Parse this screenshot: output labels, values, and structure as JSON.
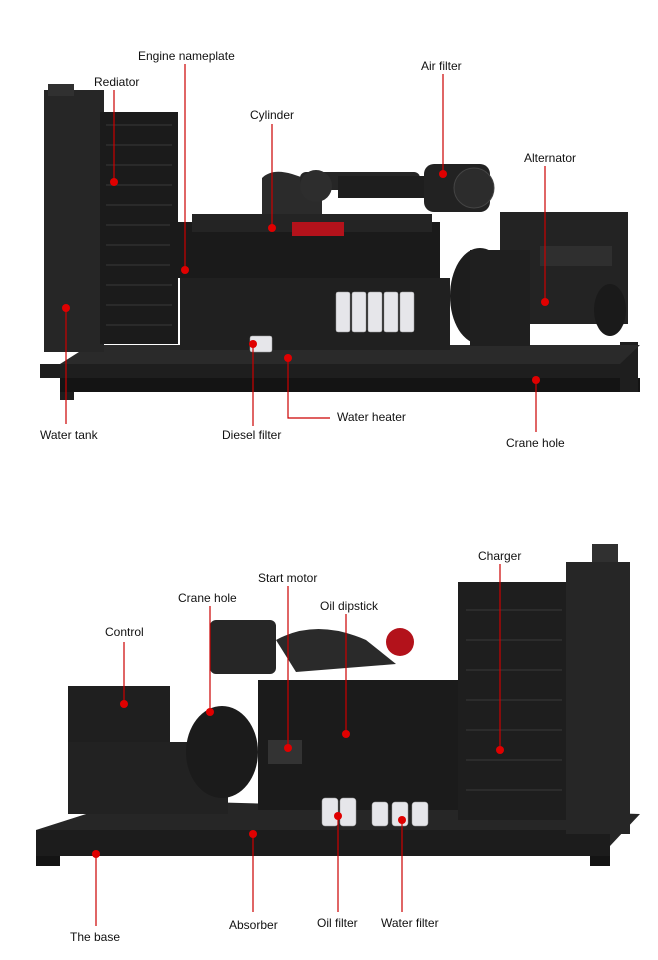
{
  "colors": {
    "background": "#ffffff",
    "leader_line": "#cc0000",
    "marker": "#e00000",
    "machine_dark": "#1c1c1c",
    "machine_mid": "#2e2e2e",
    "filter_white": "#e8e8ec",
    "accent_red": "#c0141c"
  },
  "top_view": {
    "labels": {
      "engine_nameplate": "Engine nameplate",
      "radiator": "Rediator",
      "air_filter": "Air filter",
      "cylinder": "Cylinder",
      "alternator": "Alternator",
      "water_tank": "Water tank",
      "diesel_filter": "Diesel filter",
      "water_heater": "Water heater",
      "crane_hole": "Crane hole"
    }
  },
  "bottom_view": {
    "labels": {
      "charger": "Charger",
      "start_motor": "Start motor",
      "crane_hole": "Crane hole",
      "oil_dipstick": "Oil dipstick",
      "control": "Control",
      "the_base": "The base",
      "absorber": "Absorber",
      "oil_filter": "Oil filter",
      "water_filter": "Water filter"
    }
  }
}
